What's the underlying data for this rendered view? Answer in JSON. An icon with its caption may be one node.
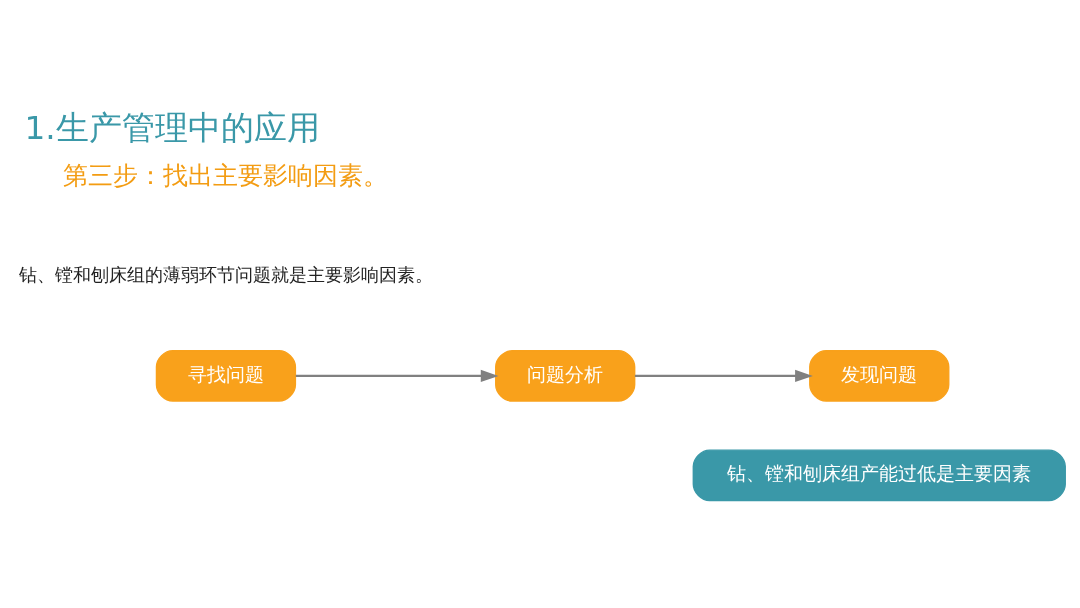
{
  "diagram": {
    "title": "1.生产管理中的应用",
    "nodes": [
      {
        "text": [
          "寻找问题"
        ]
      },
      {
        "text": [
          "问题分析"
        ]
      },
      {
        "text": [
          "发现问题"
        ]
      },
      {
        "text": [
          "钻、镗和刨床组产能过低是主要因素"
        ]
      }
    ],
    "edges": [
      {
        "from": 0,
        "to": 1,
        "arrow": "to"
      },
      {
        "from": 1,
        "to": 2,
        "arrow": "to"
      }
    ],
    "labels": [
      "第三步：找出主要影响因素。",
      "钻、镗和刨床组的薄弱环节问题就是主要影响因素。"
    ]
  }
}
